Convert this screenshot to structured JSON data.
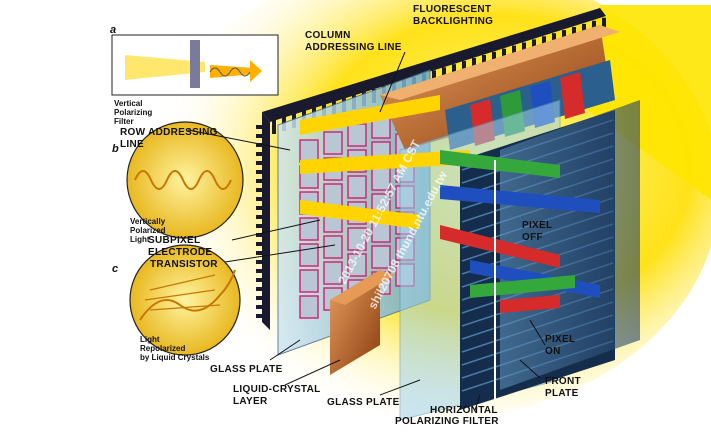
{
  "labels": {
    "fluorescent_backlighting": [
      "FLUORESCENT",
      "BACKLIGHTING"
    ],
    "column_addressing_line": [
      "COLUMN",
      "ADDRESSING LINE"
    ],
    "row_addressing_line": [
      "ROW ADDRESSING",
      "LINE"
    ],
    "vertical_polarizing_filter": [
      "Vertical",
      "Polarizing",
      "Filter"
    ],
    "vertically_polarized_light": [
      "Vertically",
      "Polarized",
      "Light"
    ],
    "subpixel_electrode": [
      "SUBPIXEL",
      "ELECTRODE"
    ],
    "transistor": "TRANSISTOR",
    "light_repolarized": [
      "Light",
      "Repolarized",
      "by Liquid Crystals"
    ],
    "glass_plate_rear": "GLASS PLATE",
    "liquid_crystal_layer": [
      "LIQUID-CRYSTAL",
      "LAYER"
    ],
    "glass_plate_front": "GLASS PLATE",
    "horizontal_polarizing_filter": [
      "HORIZONTAL",
      "POLARIZING FILTER"
    ],
    "front_plate": [
      "FRONT",
      "PLATE"
    ],
    "pixel_off": [
      "PIXEL",
      "OFF"
    ],
    "pixel_on": [
      "PIXEL",
      "ON"
    ]
  },
  "insets": {
    "a": "a",
    "b": "b",
    "c": "c"
  },
  "watermark": {
    "line1": "2013-10-20 11:52:57 AM CST",
    "line2": "shil20708 thund.ntu.edu.tw"
  },
  "colors": {
    "glow": "#ffe600",
    "frame": "#1a1a2e",
    "orange": "#c8621c",
    "blue": "#3c7fb0"
  }
}
